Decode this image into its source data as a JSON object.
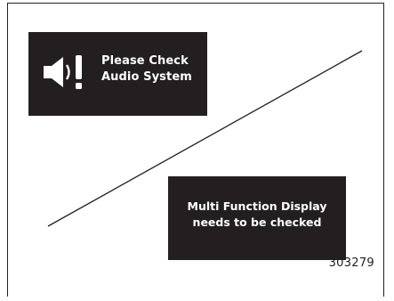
{
  "audio_warning": {
    "line1": "Please Check",
    "line2": "Audio System",
    "icon": "speaker-warning-icon"
  },
  "mfd_warning": {
    "line1": "Multi Function Display",
    "line2": "needs to be checked"
  },
  "figure_number": "303279",
  "colors": {
    "panel_background": "#231f20",
    "panel_text": "#ffffff",
    "line": "#231f20"
  }
}
